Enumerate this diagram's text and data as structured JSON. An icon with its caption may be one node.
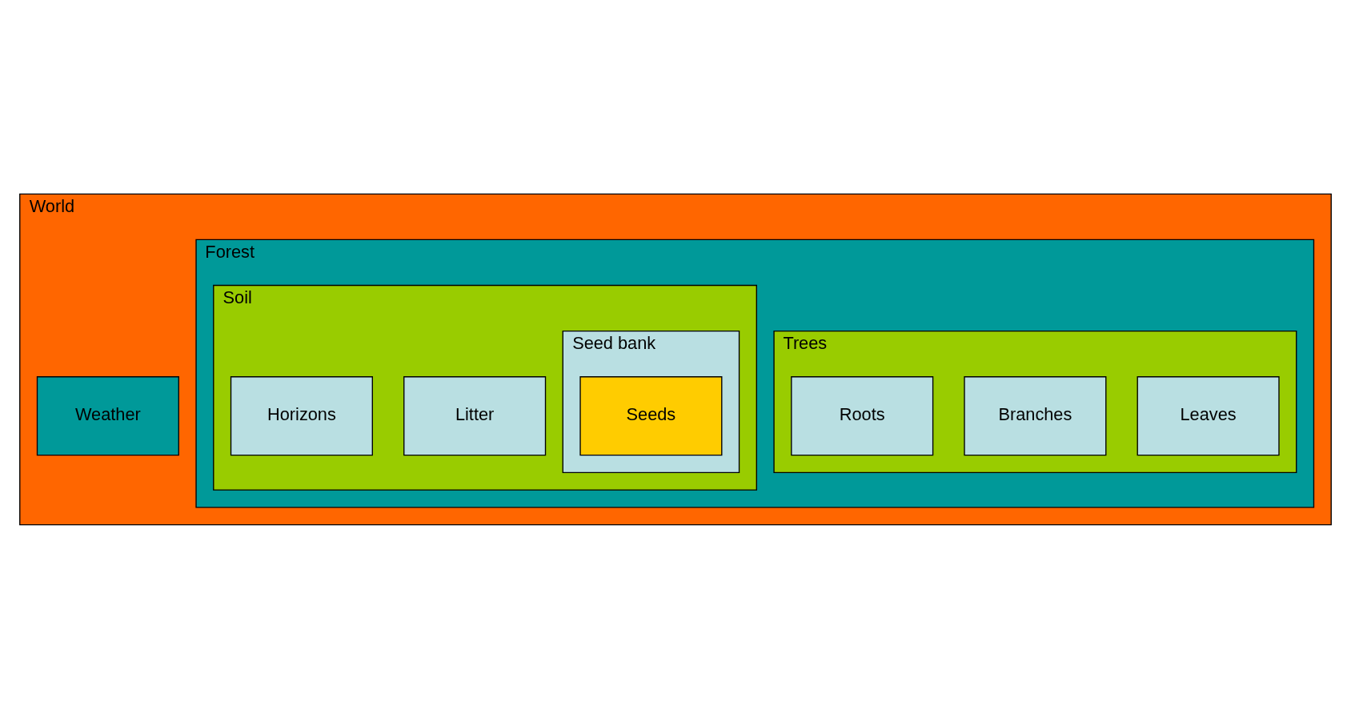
{
  "diagram": {
    "nodes": [
      {
        "text": [
          "World"
        ]
      },
      {
        "text": [
          "Weather"
        ],
        "in": 0
      },
      {
        "text": [
          "Forest"
        ],
        "in": 0
      },
      {
        "text": [
          "Trees"
        ],
        "in": 2
      },
      {
        "text": [
          "Leaves"
        ],
        "in": 3
      },
      {
        "text": [
          "Branches"
        ],
        "in": 3
      },
      {
        "text": [
          "Roots"
        ],
        "in": 3
      },
      {
        "text": [
          "Soil"
        ],
        "in": 2
      },
      {
        "text": [
          "Seed bank"
        ],
        "in": 7
      },
      {
        "text": [
          "Seeds"
        ],
        "in": 8
      },
      {
        "text": [
          "Litter"
        ],
        "in": 7
      },
      {
        "text": [
          "Horizons"
        ],
        "in": 7
      }
    ],
    "edges": []
  }
}
